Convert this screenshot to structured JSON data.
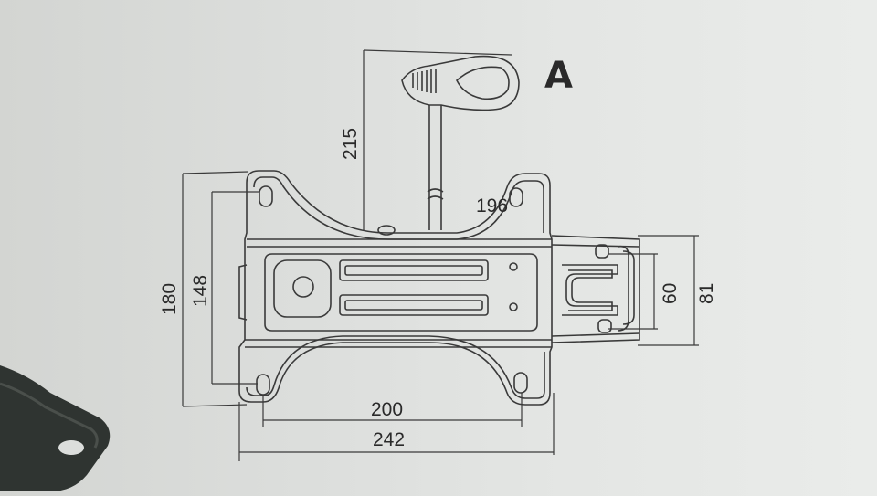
{
  "figure": {
    "panel_label": "A",
    "dimensions": {
      "overall_width": "242",
      "hole_spacing_width": "200",
      "overall_height": "180",
      "hole_spacing_height": "148",
      "handle_length": "215",
      "offset": "196",
      "bracket_outer": "81",
      "bracket_hole_spacing": "60"
    }
  },
  "colors": {
    "background": "#dfe1df",
    "line": "#3a3a3a",
    "text": "#2a2a2a",
    "dark_object": "#2e3230"
  }
}
